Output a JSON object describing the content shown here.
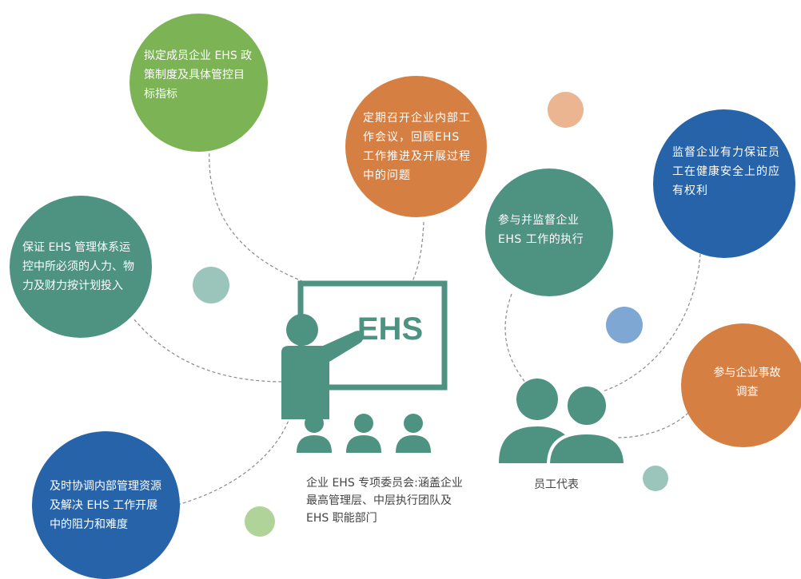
{
  "colors": {
    "green": "#7cb455",
    "orange": "#d67f43",
    "teal": "#4e9282",
    "blue": "#2763a8",
    "light_orange": "#ebb591",
    "light_teal": "#9bc5bb",
    "light_blue": "#7ea7d4",
    "light_green": "#afd398",
    "icon": "#4e9282",
    "dash": "#8a8a8a",
    "text": "#444444"
  },
  "bubbles": {
    "green_policy": "拟定成员企业 EHS 政策制度及具体管控目标指标",
    "orange_meeting": "定期召开企业内部工作会议，回顾EHS 工作推进及开展过程中的问题",
    "teal_resources": "保证 EHS 管理体系运控中所必须的人力、物力及财力按计划投入",
    "teal_supervise": "参与并监督企业 EHS 工作的执行",
    "blue_rights": "监督企业有力保证员工在健康安全上的应有权利",
    "orange_investigate": "参与企业事故调查",
    "blue_coordinate": "及时协调内部管理资源及解决 EHS 工作开展中的阻力和难度"
  },
  "board_text": "EHS",
  "committee_caption": "企业 EHS 专项委员会:涵盖企业最高管理层、中层执行团队及 EHS 职能部门",
  "staff_caption": "员工代表",
  "icons": [
    "teacher-icon",
    "audience-icon",
    "employee-group-icon"
  ]
}
